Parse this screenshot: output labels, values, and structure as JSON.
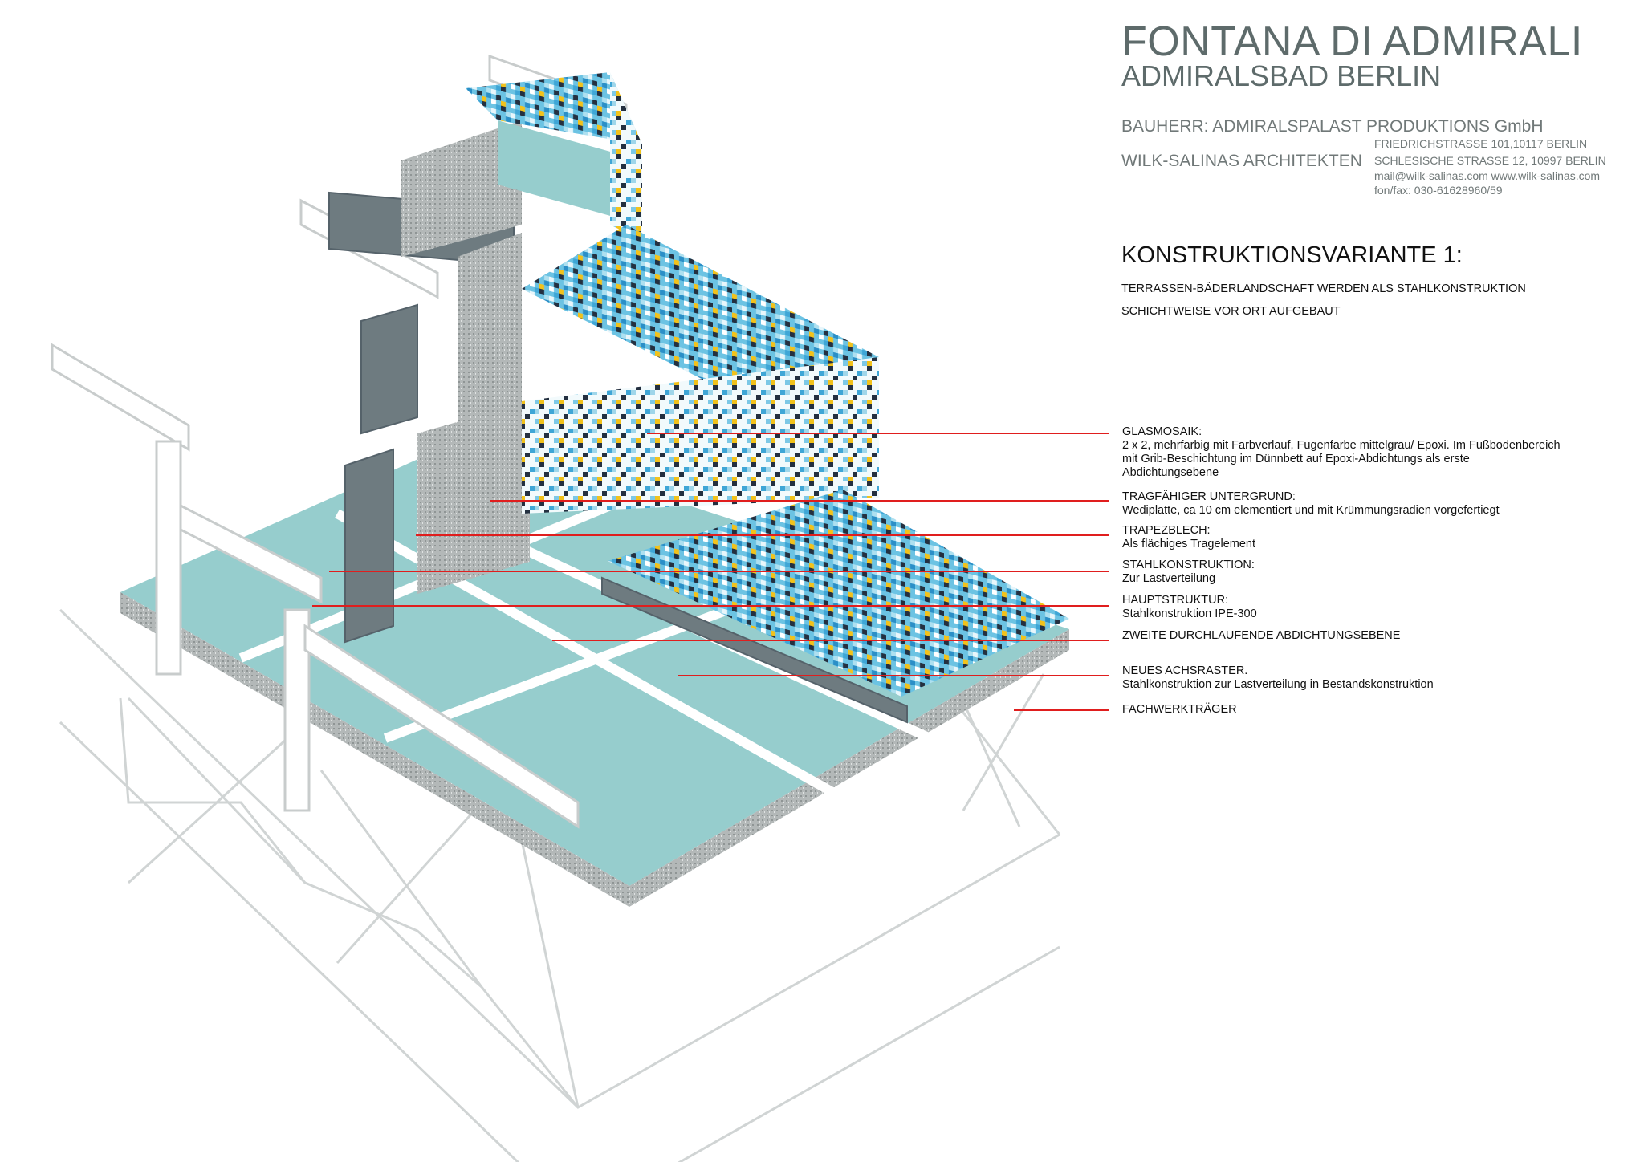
{
  "header": {
    "title": "FONTANA DI ADMIRALI",
    "subtitle": "ADMIRALSBAD BERLIN",
    "client": "BAUHERR: ADMIRALSPALAST PRODUKTIONS GmbH",
    "client_address": "FRIEDRICHSTRASSE 101,10117 BERLIN",
    "architect": "WILK-SALINAS ARCHITEKTEN",
    "architect_address": "SCHLESISCHE STRASSE 12, 10997 BERLIN",
    "contact_web": "mail@wilk-salinas.com www.wilk-salinas.com",
    "contact_phone": "fon/fax: 030-61628960/59"
  },
  "variant": {
    "heading": "KONSTRUKTIONSVARIANTE 1:",
    "description_line1": "TERRASSEN-BÄDERLANDSCHAFT WERDEN ALS STAHLKONSTRUKTION",
    "description_line2": "SCHICHTWEISE VOR ORT AUFGEBAUT"
  },
  "labels": [
    {
      "title": "GLASMOSAIK:",
      "lines": [
        "2 x 2, mehrfarbig mit Farbverlauf, Fugenfarbe mittelgrau/ Epoxi. Im Fußbodenbereich",
        "mit Grib-Beschichtung im Dünnbett auf Epoxi-Abdichtungs als erste",
        "Abdichtungsebene"
      ]
    },
    {
      "title": "TRAGFÄHIGER UNTERGRUND:",
      "lines": [
        "Wediplatte, ca 10 cm elementiert und mit Krümmungsradien vorgefertiegt"
      ]
    },
    {
      "title": "TRAPEZBLECH:",
      "lines": [
        "Als flächiges Tragelement"
      ]
    },
    {
      "title": "STAHLKONSTRUKTION:",
      "lines": [
        "Zur Lastverteilung"
      ]
    },
    {
      "title": "HAUPTSTRUKTUR:",
      "lines": [
        "Stahlkonstruktion IPE-300"
      ]
    },
    {
      "title": "ZWEITE DURCHLAUFENDE ABDICHTUNGSEBENE",
      "lines": []
    },
    {
      "title": "NEUES ACHSRASTER.",
      "lines": [
        "Stahlkonstruktion zur Lastverteilung in Bestandskonstruktion"
      ]
    },
    {
      "title": "FACHWERKTRÄGER",
      "lines": []
    }
  ],
  "colors": {
    "leader": "#e01e1e",
    "teal": "#96cdcd",
    "granite": "#a9aeae",
    "steel_dark": "#6e7b80",
    "mosaic_blue": "#3fa6d6",
    "mosaic_dark": "#243040",
    "mosaic_yellow": "#f2c21b"
  }
}
